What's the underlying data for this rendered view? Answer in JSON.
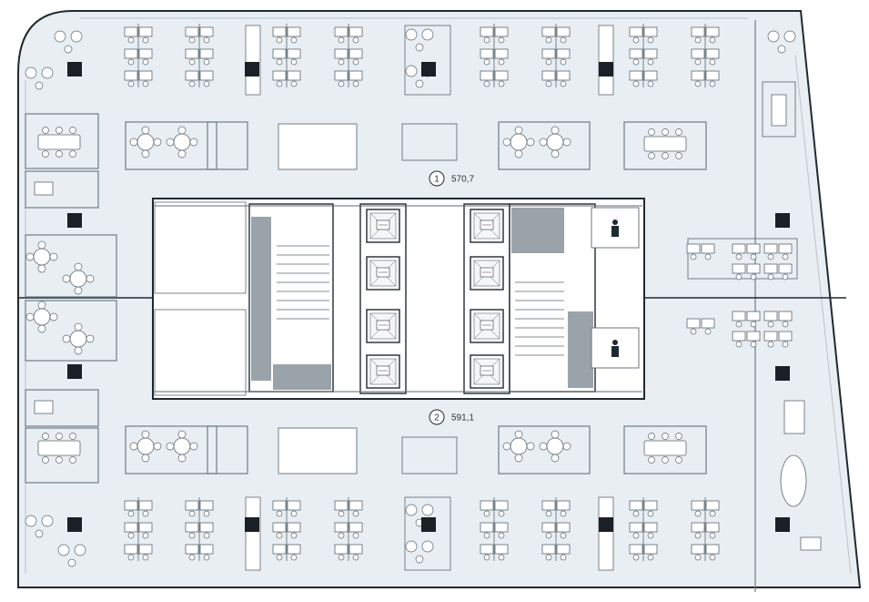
{
  "plan": {
    "zones": [
      {
        "id": "1",
        "area": "570,7"
      },
      {
        "id": "2",
        "area": "591,1"
      }
    ],
    "colors": {
      "floor": "#e8eef2",
      "outline": "#1f2a30",
      "wall": "#6f7d86",
      "fill_dark": "#1a2025",
      "fill_gray": "#9aa3a9",
      "furniture": "#ffffff",
      "furniture_stroke": "#5c6870"
    },
    "icons": [
      "elevator-icon",
      "accessible-wc-icon",
      "column-icon"
    ]
  }
}
